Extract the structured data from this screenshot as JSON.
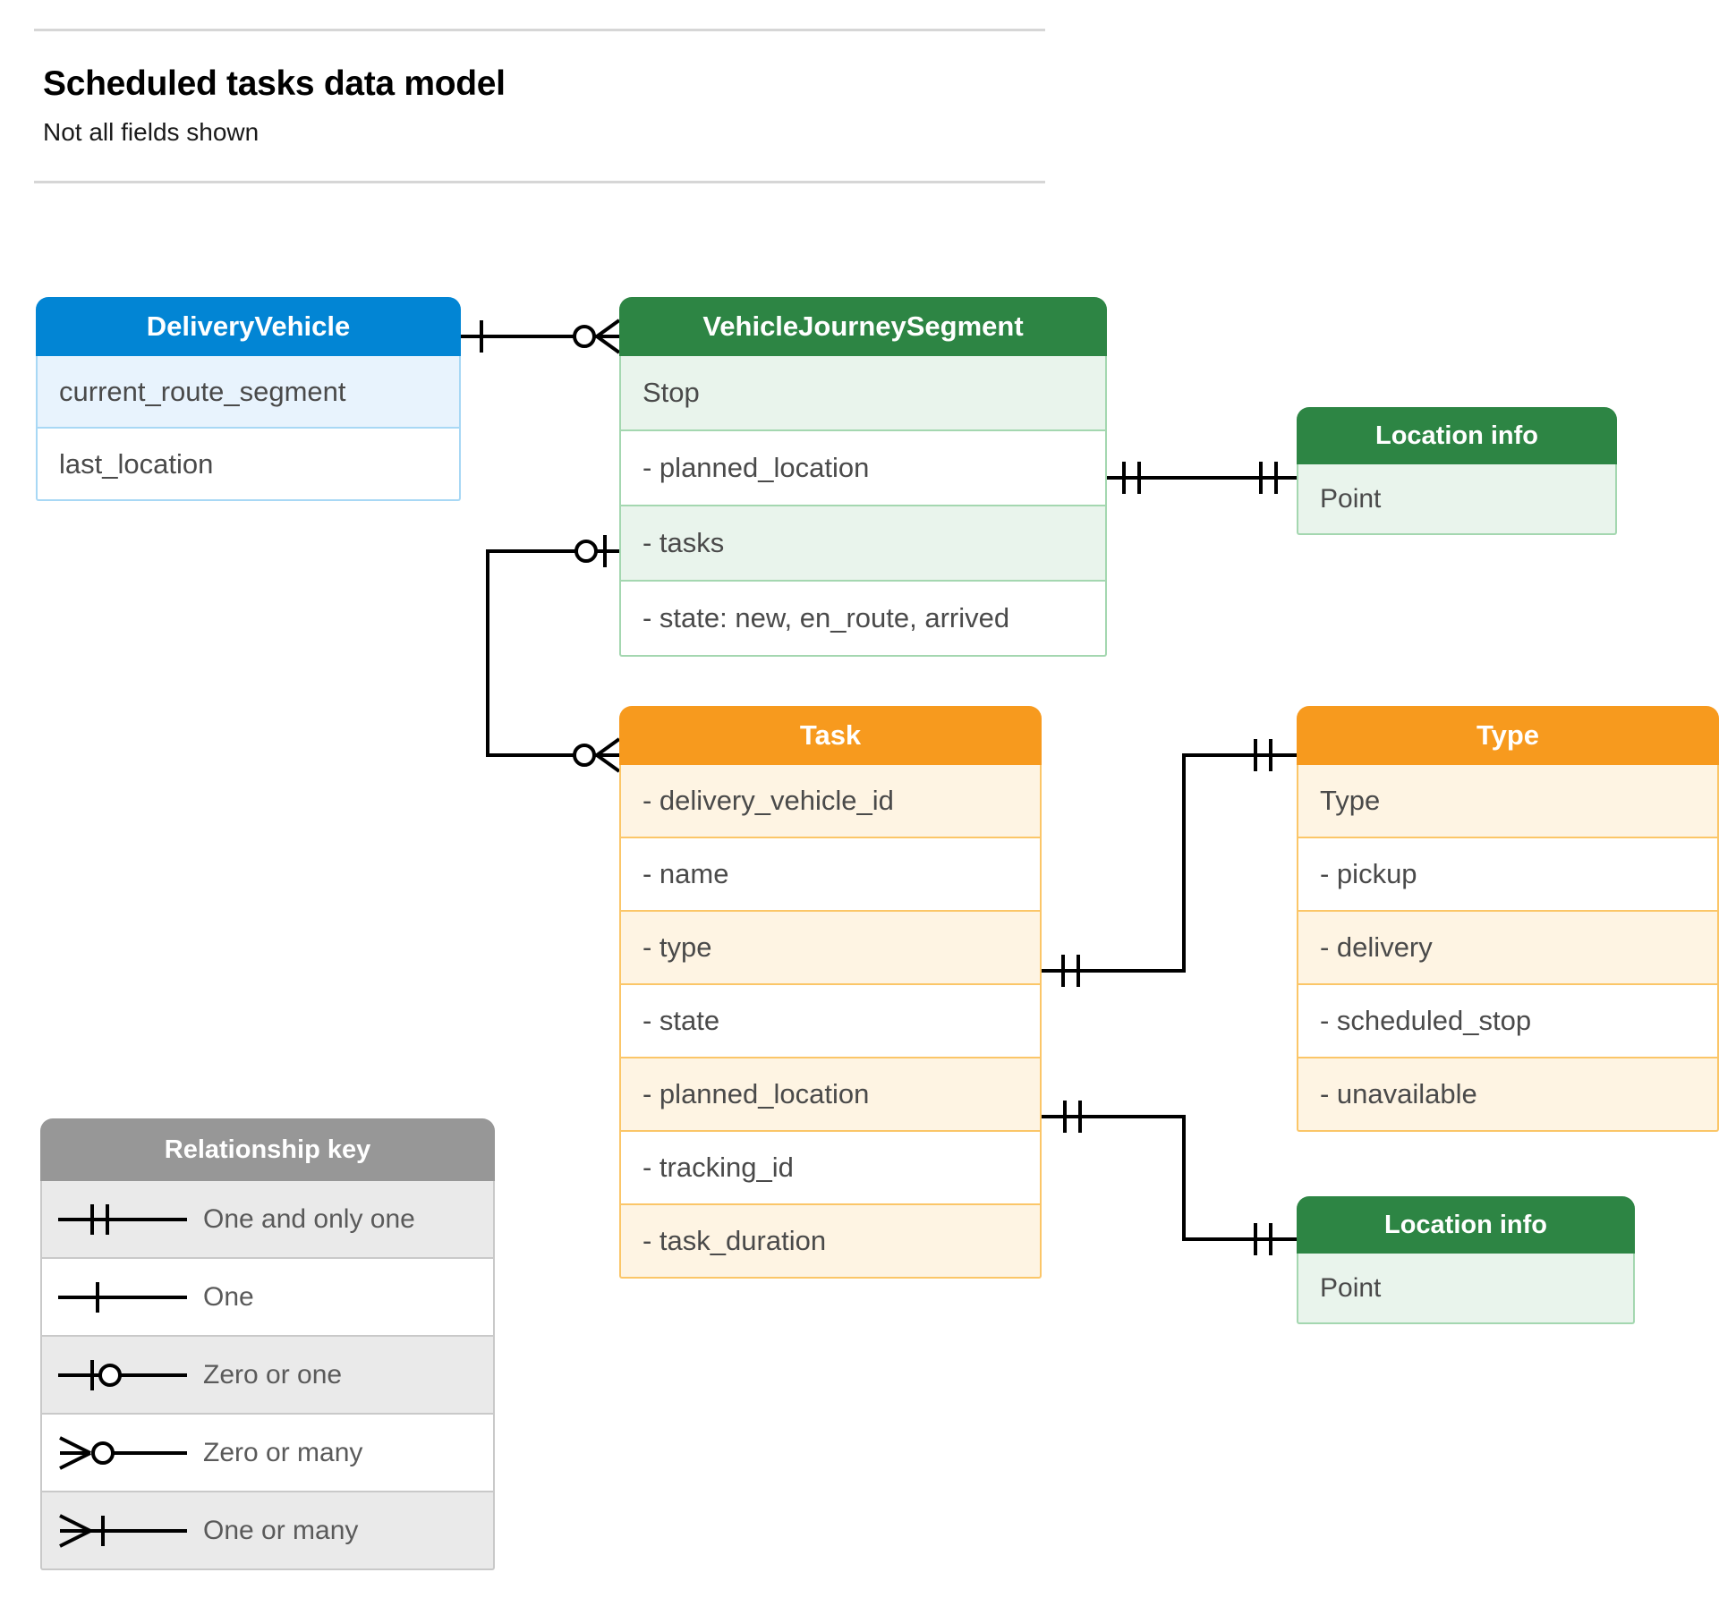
{
  "header": {
    "title": "Scheduled tasks data model",
    "subtitle": "Not all fields shown"
  },
  "colors": {
    "blue_header": "#0285d4",
    "blue_row_alt": "#e8f3fd",
    "green_header": "#2d8544",
    "green_row_alt": "#e9f4ec",
    "orange_header": "#f79a1e",
    "orange_row_alt": "#fef4e3",
    "grey_header": "#979797",
    "grey_row_alt": "#eaeaea",
    "connector": "#000000"
  },
  "entities": {
    "delivery_vehicle": {
      "name": "DeliveryVehicle",
      "rows": [
        "current_route_segment",
        "last_location"
      ]
    },
    "vehicle_journey_segment": {
      "name": "VehicleJourneySegment",
      "rows": [
        "Stop",
        "-  planned_location",
        "- tasks",
        "- state: new, en_route, arrived"
      ]
    },
    "location_info_top": {
      "name": "Location info",
      "rows": [
        "Point"
      ]
    },
    "task": {
      "name": "Task",
      "rows": [
        "- delivery_vehicle_id",
        "- name",
        "- type",
        "- state",
        "- planned_location",
        "- tracking_id",
        "- task_duration"
      ]
    },
    "type": {
      "name": "Type",
      "rows": [
        "Type",
        "-   pickup",
        "-   delivery",
        "-   scheduled_stop",
        "-   unavailable"
      ]
    },
    "location_info_bottom": {
      "name": "Location info",
      "rows": [
        "Point"
      ]
    }
  },
  "legend": {
    "title": "Relationship key",
    "items": [
      {
        "symbol": "one-and-only-one",
        "label": "One and only one"
      },
      {
        "symbol": "one",
        "label": "One"
      },
      {
        "symbol": "zero-or-one",
        "label": "Zero or one"
      },
      {
        "symbol": "zero-or-many",
        "label": "Zero or many"
      },
      {
        "symbol": "one-or-many",
        "label": "One or many"
      }
    ]
  },
  "relationships": [
    {
      "from": "DeliveryVehicle",
      "from_cardinality": "one",
      "to": "VehicleJourneySegment",
      "to_cardinality": "zero-or-many"
    },
    {
      "from": "VehicleJourneySegment.planned_location",
      "from_cardinality": "one-and-only-one",
      "to": "Location info",
      "to_cardinality": "one-and-only-one"
    },
    {
      "from": "VehicleJourneySegment.tasks",
      "from_cardinality": "zero-or-one",
      "to": "Task",
      "to_cardinality": "zero-or-many"
    },
    {
      "from": "Task.type",
      "from_cardinality": "one-and-only-one",
      "to": "Type",
      "to_cardinality": "one-and-only-one"
    },
    {
      "from": "Task.planned_location",
      "from_cardinality": "one-and-only-one",
      "to": "Location info",
      "to_cardinality": "one-and-only-one"
    }
  ]
}
